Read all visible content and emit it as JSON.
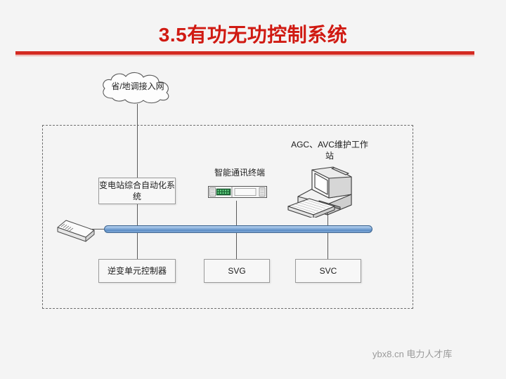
{
  "slide": {
    "title": "3.5有功无功控制系统",
    "accent_color": "#d42a21",
    "background_color": "#f4f4f4",
    "watermark": "ybx8.cn 电力人才库"
  },
  "diagram": {
    "cloud": {
      "label": "省/地调接入网"
    },
    "boxes": [
      {
        "id": "substation",
        "label": "变电站综合自动化系统"
      },
      {
        "id": "inverter",
        "label": "逆变单元控制器"
      },
      {
        "id": "svg",
        "label": "SVG"
      },
      {
        "id": "svc",
        "label": "SVC"
      }
    ],
    "labels": [
      {
        "id": "terminal",
        "label": "智能通讯终端"
      },
      {
        "id": "workstation",
        "label": "AGC、AVC维护工作站"
      }
    ],
    "devices": [
      {
        "id": "hub",
        "icon": "network-hub-icon"
      },
      {
        "id": "rack",
        "icon": "rack-terminal-icon"
      },
      {
        "id": "workstation",
        "icon": "desktop-computer-icon"
      }
    ],
    "bus": {
      "name": "network-bus",
      "color": "#6f9dd0"
    }
  }
}
